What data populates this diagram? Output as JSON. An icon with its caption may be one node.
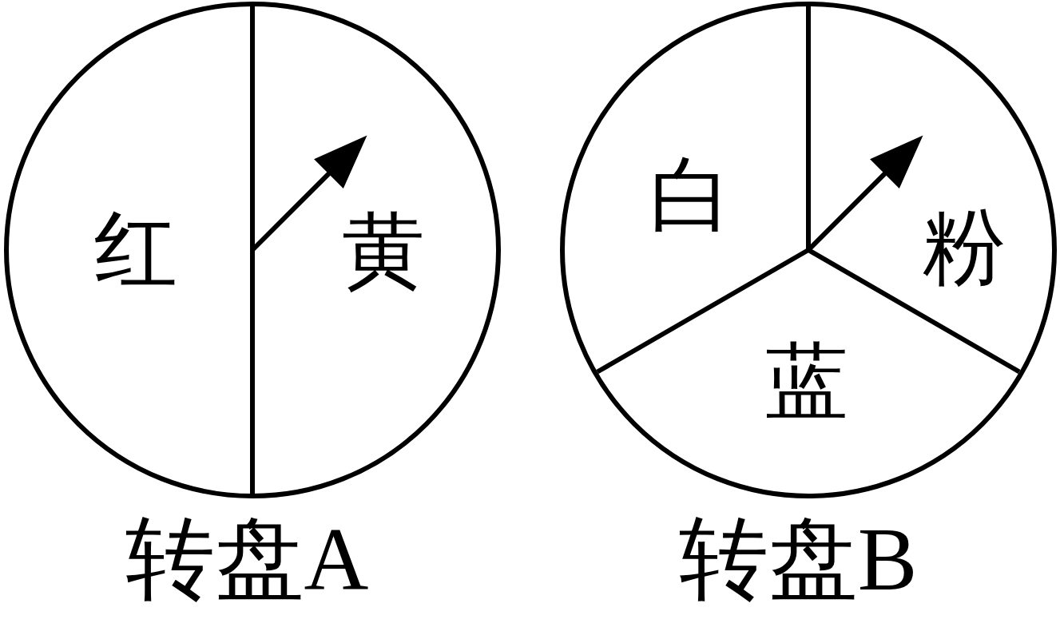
{
  "diagram": {
    "nodes": [
      {
        "text": [
          "红",
          "黄"
        ],
        "beside": [
          "转盘A"
        ]
      },
      {
        "text": [
          "白",
          "粉",
          "蓝"
        ],
        "beside": [
          "转盘B"
        ]
      }
    ]
  }
}
